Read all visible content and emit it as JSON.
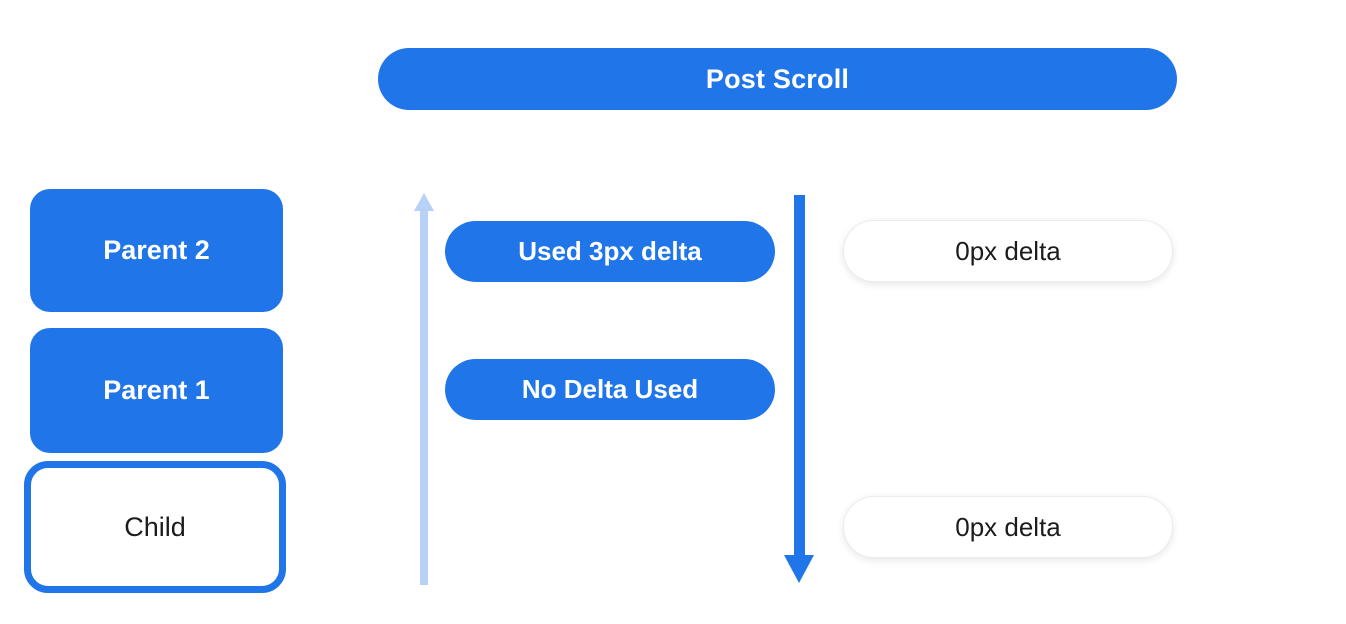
{
  "colors": {
    "primary-blue": "#2076e8",
    "light-blue": "#b8d1f7",
    "text-dark": "#1c1c1e",
    "pill-border": "#ececec",
    "white": "#ffffff"
  },
  "diagram": {
    "banner": {
      "label": "Post Scroll"
    },
    "stack": [
      {
        "label": "Parent 2",
        "style": "filled"
      },
      {
        "label": "Parent 1",
        "style": "filled"
      },
      {
        "label": "Child",
        "style": "outlined"
      }
    ],
    "annotations": {
      "up": [
        {
          "label": "Used 3px delta",
          "style": "filled"
        },
        {
          "label": "No Delta Used",
          "style": "filled"
        }
      ],
      "down": [
        {
          "label": "0px delta",
          "style": "outlined"
        },
        {
          "label": "0px delta",
          "style": "outlined"
        }
      ]
    },
    "icons": {
      "up_arrow": "scroll-up-arrow (light blue, triangle head up + shaft)",
      "down_arrow": "scroll-down-arrow (blue, shaft + triangle head down)"
    }
  }
}
